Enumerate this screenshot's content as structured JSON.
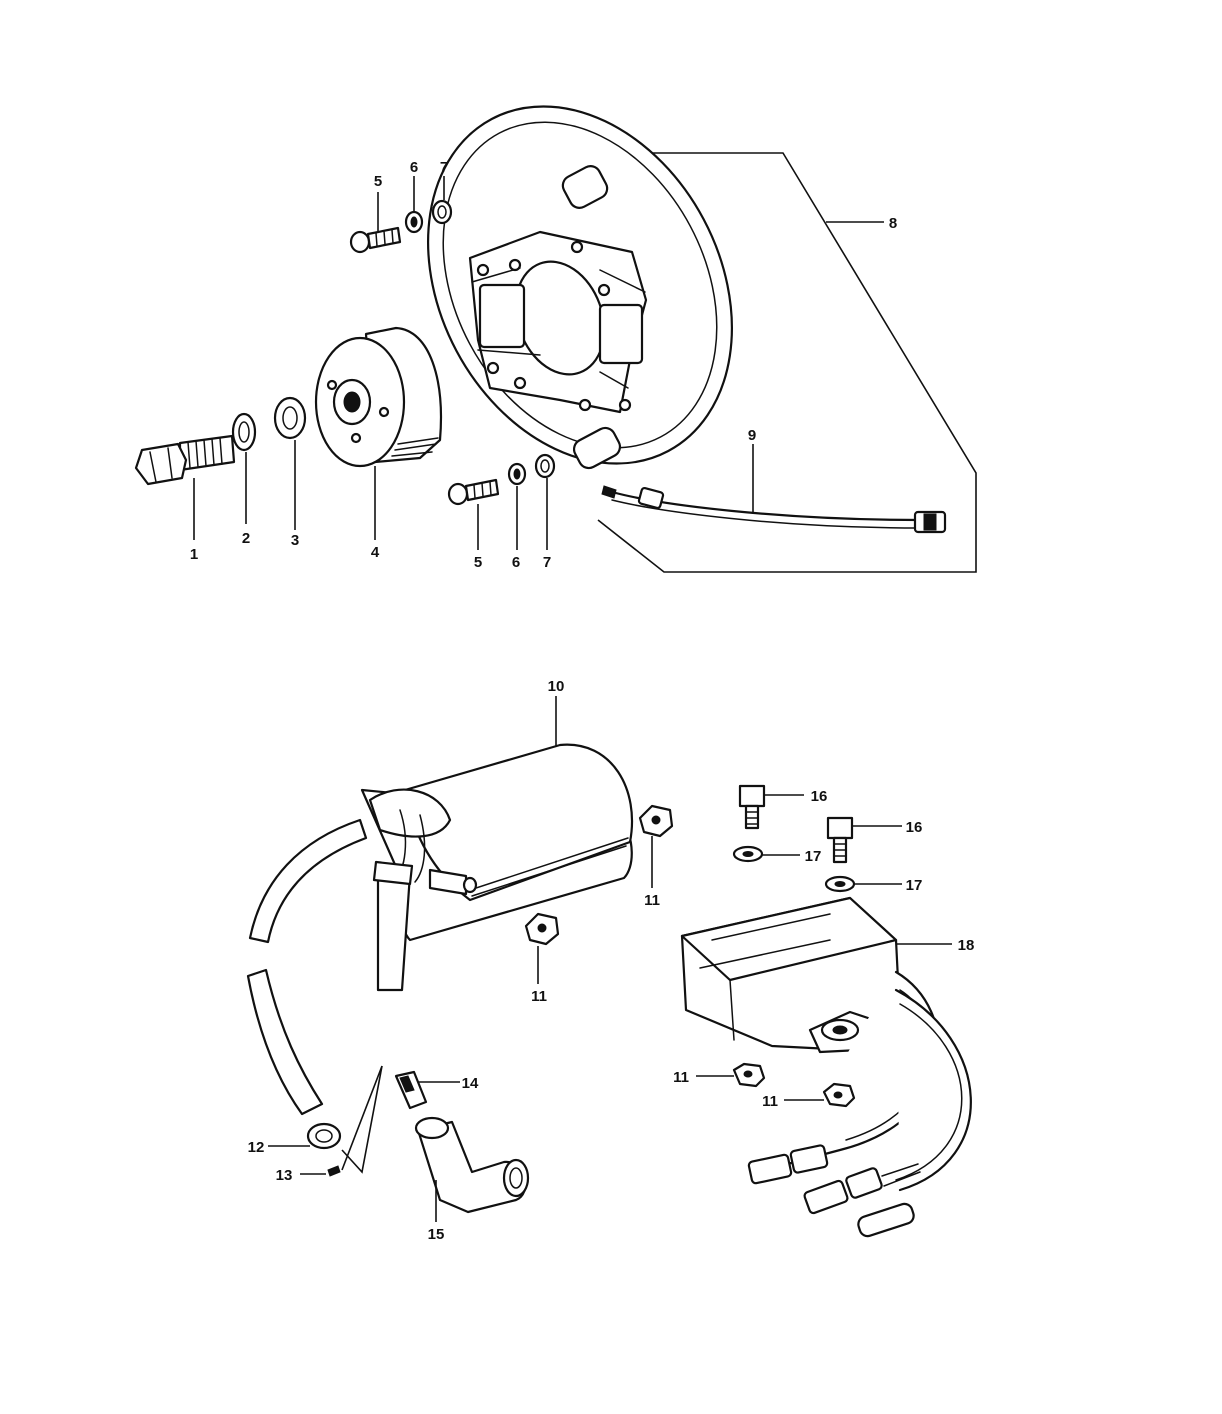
{
  "labels": {
    "p1": "1",
    "p2": "2",
    "p3": "3",
    "p4": "4",
    "p5a": "5",
    "p6a": "6",
    "p7a": "7",
    "p5b": "5",
    "p6b": "6",
    "p7b": "7",
    "p8": "8",
    "p9": "9",
    "p10": "10",
    "p11a": "11",
    "p11b": "11",
    "p11c": "11",
    "p11d": "11",
    "p12": "12",
    "p13": "13",
    "p14": "14",
    "p15": "15",
    "p16a": "16",
    "p16b": "16",
    "p17a": "17",
    "p17b": "17",
    "p18": "18"
  }
}
